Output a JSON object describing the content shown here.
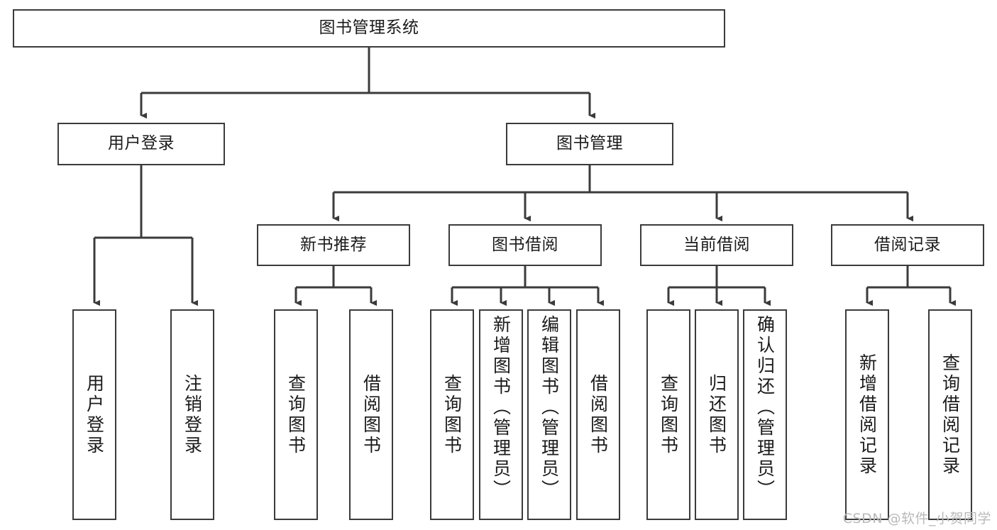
{
  "diagram": {
    "type": "tree",
    "title": "图书管理系统",
    "watermark": "CSDN @软件_小贺同学",
    "colors": {
      "stroke": "#3b3b3b",
      "box_fill": "#ffffff",
      "text": "#1b1b1b",
      "watermark": "#b9b9b9",
      "background": "#ffffff"
    },
    "nodes": {
      "root": {
        "label": "图书管理系统"
      },
      "level2": [
        {
          "label": "用户登录"
        },
        {
          "label": "图书管理"
        }
      ],
      "level3": [
        {
          "label": "新书推荐"
        },
        {
          "label": "图书借阅"
        },
        {
          "label": "当前借阅"
        },
        {
          "label": "借阅记录"
        }
      ],
      "leaves": {
        "user_login": [
          {
            "label": "用户登录"
          },
          {
            "label": "注销登录"
          }
        ],
        "new_book_recommend": [
          {
            "label": "查询图书"
          },
          {
            "label": "借阅图书"
          }
        ],
        "book_borrow": [
          {
            "label": "查询图书"
          },
          {
            "label": "新增图书（管理员）"
          },
          {
            "label": "编辑图书（管理员）"
          },
          {
            "label": "借阅图书"
          }
        ],
        "current_borrow": [
          {
            "label": "查询图书"
          },
          {
            "label": "归还图书"
          },
          {
            "label": "确认归还（管理员）"
          }
        ],
        "borrow_record": [
          {
            "label": "新增借阅记录"
          },
          {
            "label": "查询借阅记录"
          }
        ]
      }
    }
  }
}
